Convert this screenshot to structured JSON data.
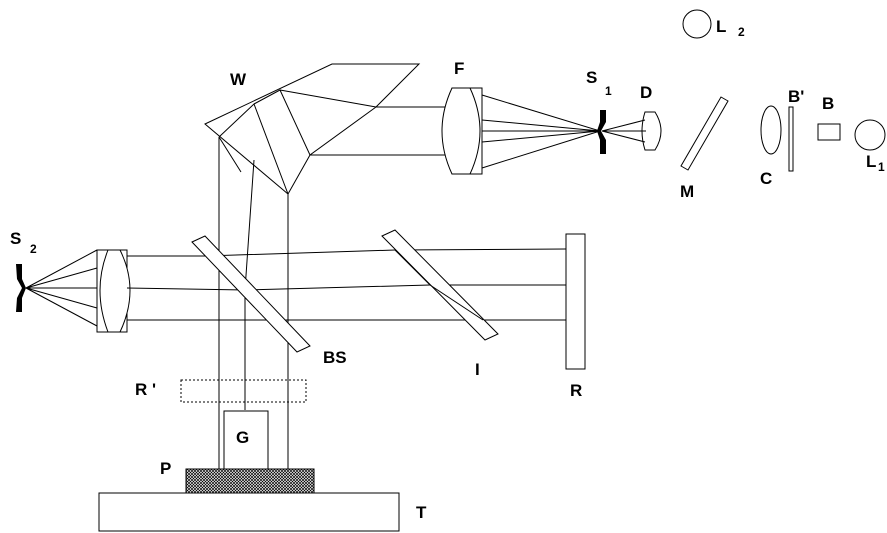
{
  "labels": {
    "W": "W",
    "F": "F",
    "S1": "S",
    "S1_sub": "1",
    "D": "D",
    "L2": "L",
    "L2_sub": "2",
    "Bprime": "B'",
    "B": "B",
    "C": "C",
    "M": "M",
    "L1": "L",
    "L1_sub": "1",
    "S2": "S",
    "S2_sub": "2",
    "BS": "BS",
    "I": "I",
    "R": "R",
    "Rprime": "R '",
    "G": "G",
    "P": "P",
    "T": "T"
  },
  "colors": {
    "stroke": "#000000",
    "background": "#ffffff"
  }
}
